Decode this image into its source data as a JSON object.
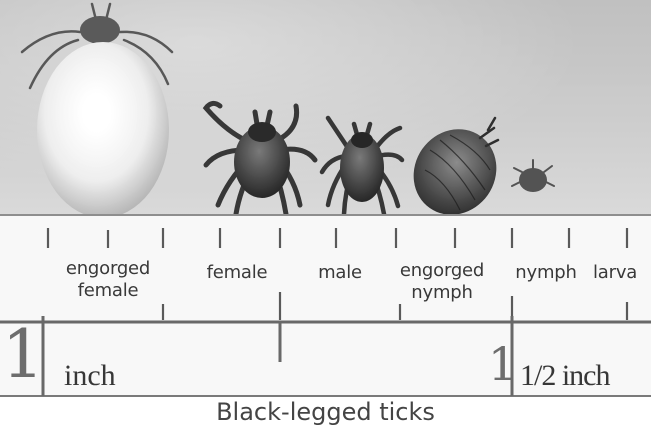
{
  "stages": [
    {
      "line1": "engorged",
      "line2": "female"
    },
    {
      "line1": "female",
      "line2": ""
    },
    {
      "line1": "male",
      "line2": ""
    },
    {
      "line1": "engorged",
      "line2": "nymph"
    },
    {
      "line1": "nymph",
      "line2": ""
    },
    {
      "line1": "larva",
      "line2": ""
    }
  ],
  "scale": {
    "inch_numeral": "1",
    "inch_label": "inch",
    "half_numeral": "1",
    "half_label": "1/2 inch"
  },
  "caption": "Black-legged ticks"
}
